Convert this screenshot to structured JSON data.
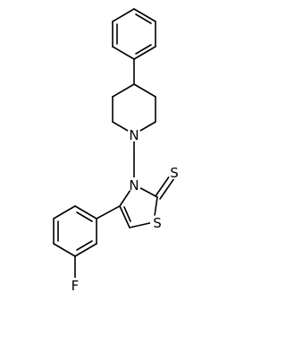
{
  "molecule": {
    "atom_labels": {
      "nitrogen_piperidine": "N",
      "nitrogen_thiazole": "N",
      "sulfur_thione": "S",
      "sulfur_ring": "S",
      "fluorine": "F"
    },
    "colors": {
      "bond": "#000000",
      "background": "#ffffff"
    }
  }
}
